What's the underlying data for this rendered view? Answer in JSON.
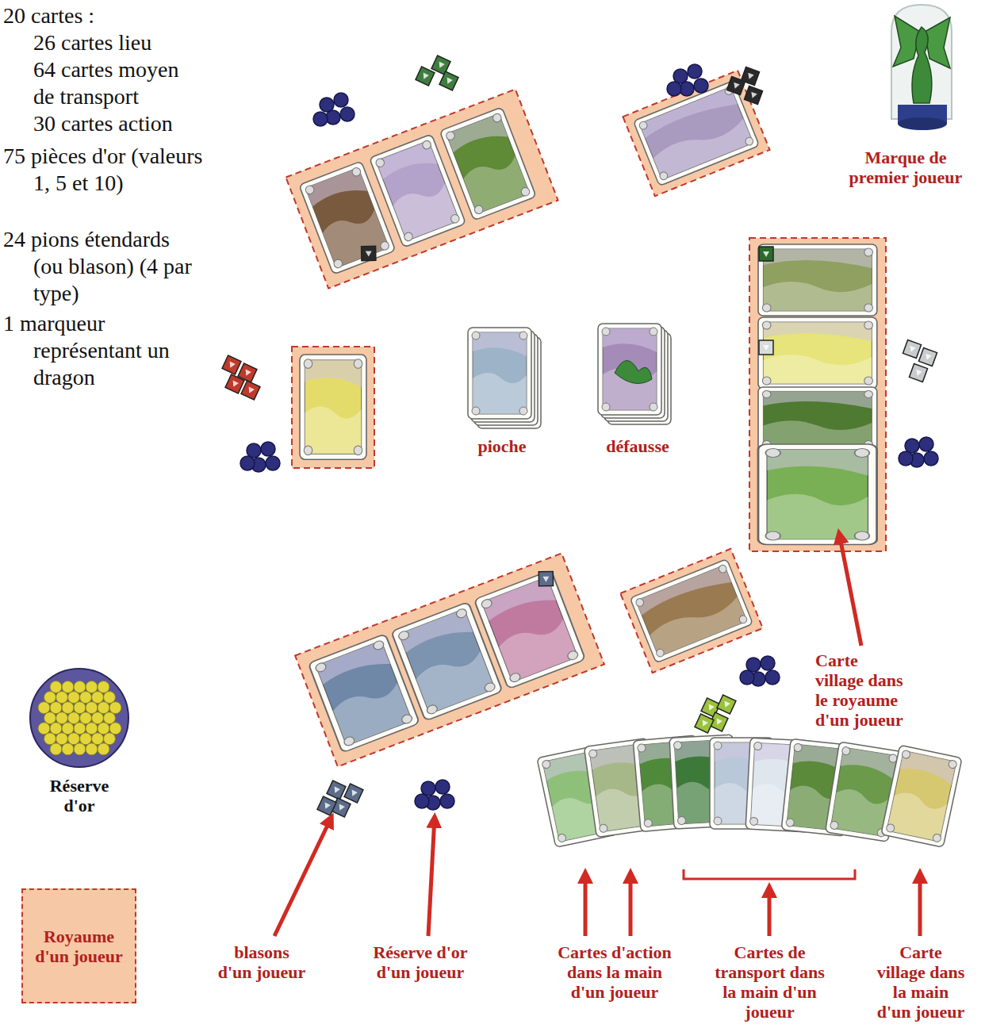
{
  "diagram": {
    "nodes": [
      {
        "text": [
          "Réserve d'or"
        ]
      },
      {
        "text": [
          "Royaume d'un joueur"
        ]
      }
    ],
    "labels": [
      "20 cartes :",
      "26 cartes lieu",
      "64 cartes moyen de transport",
      "30 cartes action",
      "75 pièces d'or (valeurs 1, 5 et 10)",
      "24 pions étendards (ou blason) (4 par type)",
      "1 marqueur représentant un dragon",
      "Marque de premier joueur",
      "pioche",
      "défausse",
      "Carte village dans le royaume d'un joueur",
      "blasons d'un joueur",
      "Réserve d'or d'un joueur",
      "Cartes d'action dans la main d'un joueur",
      "Cartes de transport dans la main d'un joueur",
      "Carte village dans la main d'un joueur"
    ]
  }
}
